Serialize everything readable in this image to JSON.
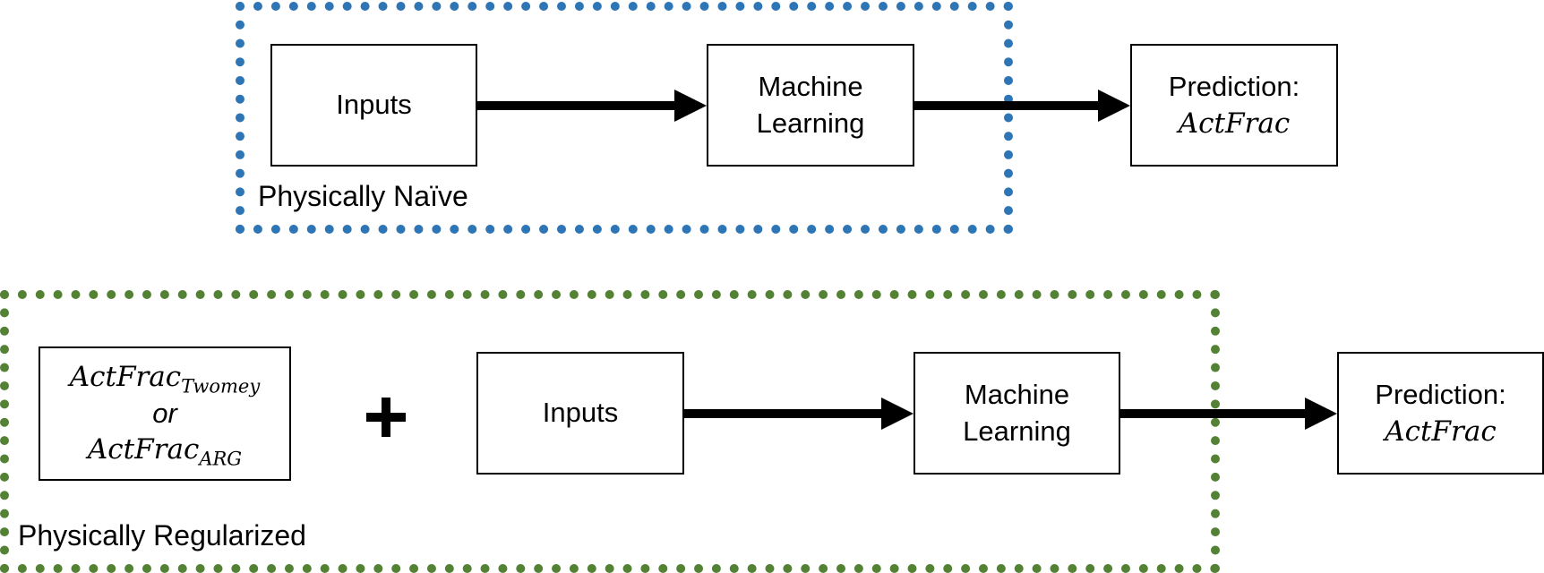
{
  "colors": {
    "naive_group": "#2E75B6",
    "regularized_group": "#548235",
    "ink": "#000000"
  },
  "top_row": {
    "group_label": "Physically Naïve",
    "inputs": "Inputs",
    "ml_line1": "Machine",
    "ml_line2": "Learning",
    "prediction_label": "Prediction:",
    "prediction_var": "ActFrac"
  },
  "bottom_row": {
    "group_label": "Physically Regularized",
    "reg_term1": "ActFrac",
    "reg_term1_sub": "Twomey",
    "reg_or": "or",
    "reg_term2": "ActFrac",
    "reg_term2_sub": "ARG",
    "plus_icon": "plus-icon",
    "inputs": "Inputs",
    "ml_line1": "Machine",
    "ml_line2": "Learning",
    "prediction_label": "Prediction:",
    "prediction_var": "ActFrac"
  }
}
